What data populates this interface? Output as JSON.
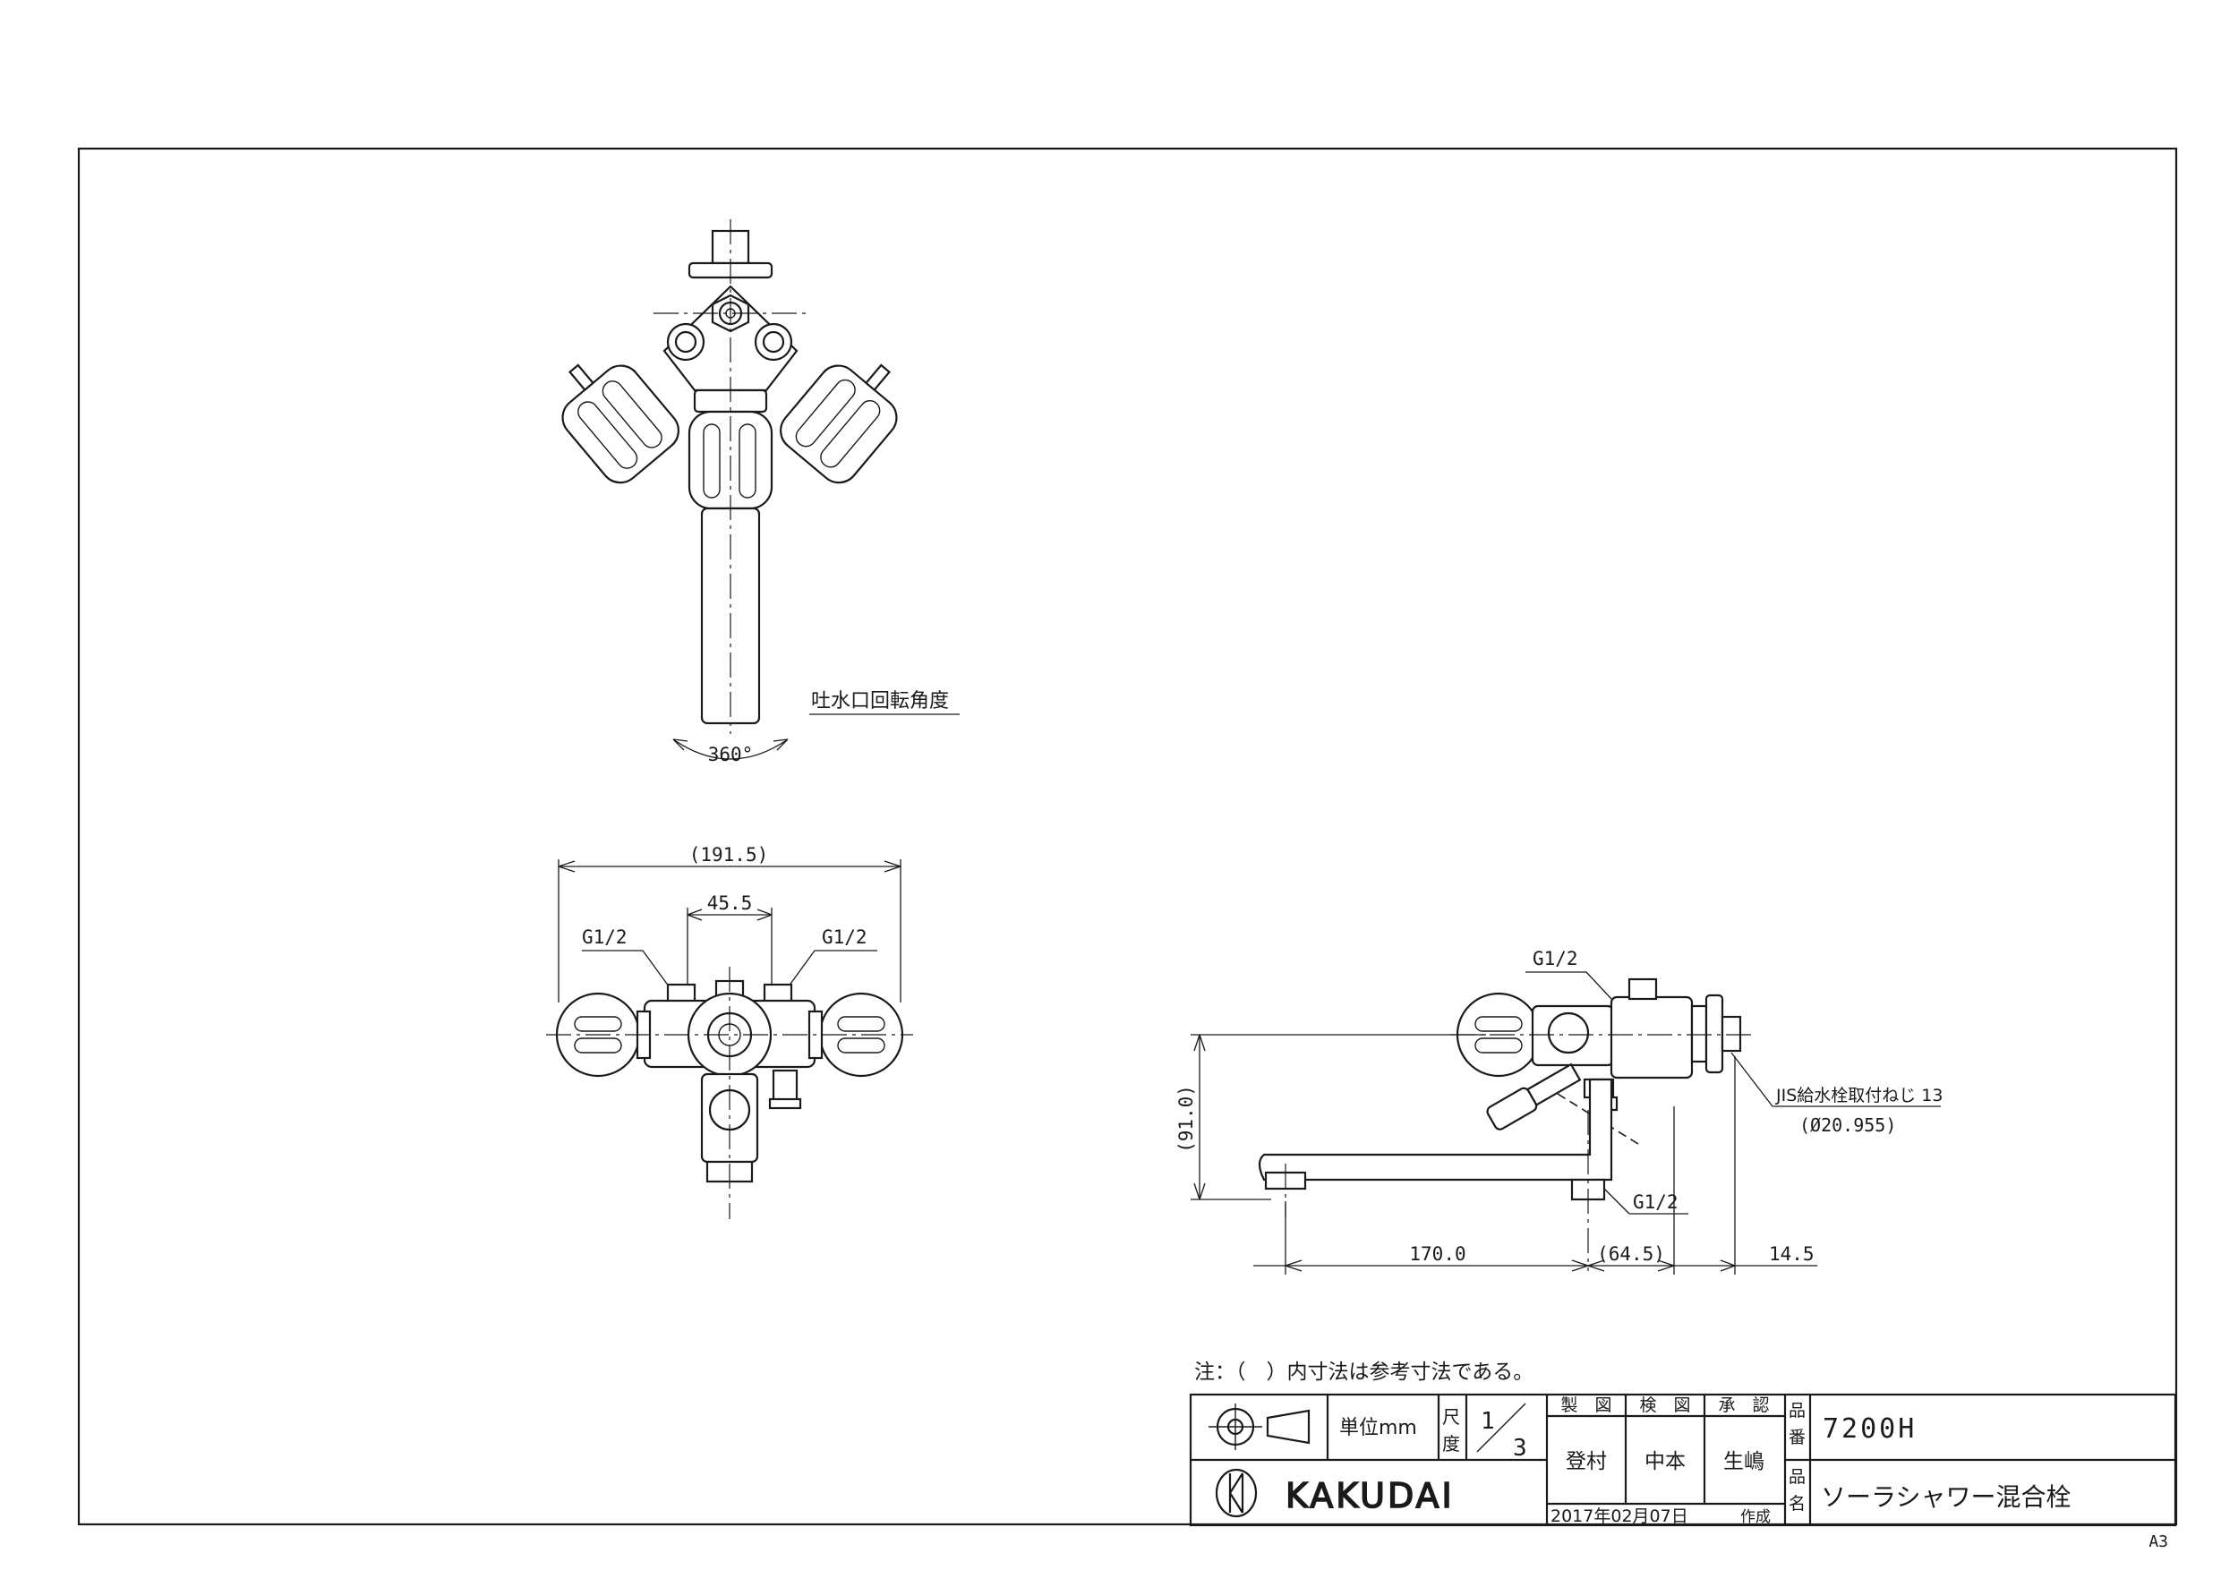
{
  "drawing": {
    "rotation_note": "吐水口回転角度",
    "rotation_angle": "360°",
    "front": {
      "overall_width": "(191.5)",
      "center_spacing": "45.5",
      "left_thread": "G1/2",
      "right_thread": "G1/2"
    },
    "side": {
      "top_thread": "G1/2",
      "height": "(91.0)",
      "bottom_thread": "G1/2",
      "jis_thread": "JIS給水栓取付ねじ 13",
      "jis_diameter": "(Ø20.955)",
      "spout_length": "170.0",
      "body_depth": "(64.5)",
      "flange": "14.5"
    }
  },
  "note": "注：（　）内寸法は参考寸法である。",
  "title_block": {
    "unit_label": "単位mm",
    "scale_label_1": "尺",
    "scale_label_2": "度",
    "scale_num": "1",
    "scale_den": "3",
    "drawn_label": "製　図",
    "checked_label": "検　図",
    "approved_label": "承　認",
    "drawn_by": "登村",
    "checked_by": "中本",
    "approved_by": "生嶋",
    "date": "2017年02月07日",
    "created_label": "作成",
    "part_no_label_1": "品",
    "part_no_label_2": "番",
    "part_no": "7200H",
    "name_label_1": "品",
    "name_label_2": "名",
    "product_name": "ソーラシャワー混合栓",
    "logo_text": "KAKUDAI"
  },
  "sheet_size": "A3"
}
